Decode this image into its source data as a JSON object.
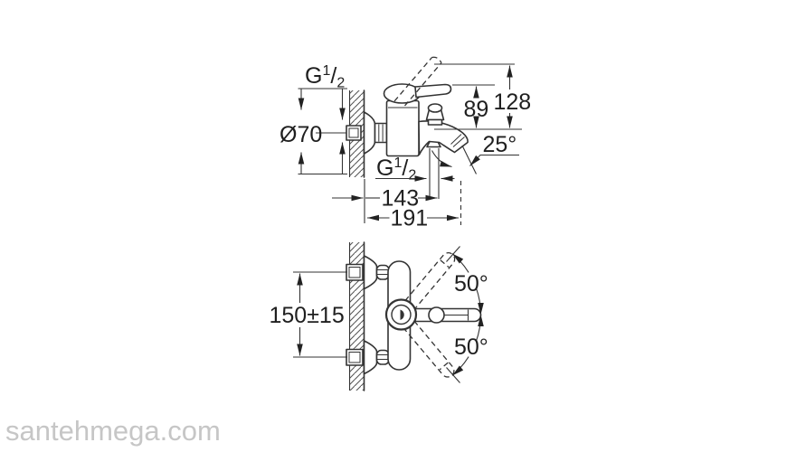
{
  "upper_view": {
    "thread_wall": {
      "g": "G",
      "num": "1",
      "slash": "/",
      "den": "2"
    },
    "flange_diameter": "Ø70",
    "height_lever": "89",
    "height_total": "128",
    "spout_angle": "25°",
    "thread_shower": {
      "g": "G",
      "num": "1",
      "slash": "/",
      "den": "2"
    },
    "depth_shower": "143",
    "depth_total": "191"
  },
  "lower_view": {
    "inlet_spacing": "150±15",
    "swing_top": "50°",
    "swing_bottom": "50°"
  },
  "watermark": {
    "text": "santehmega.com"
  },
  "colors": {
    "line": "#333333",
    "text": "#1f1f1f",
    "watermark": "#c6c6c6",
    "background": "#ffffff"
  }
}
